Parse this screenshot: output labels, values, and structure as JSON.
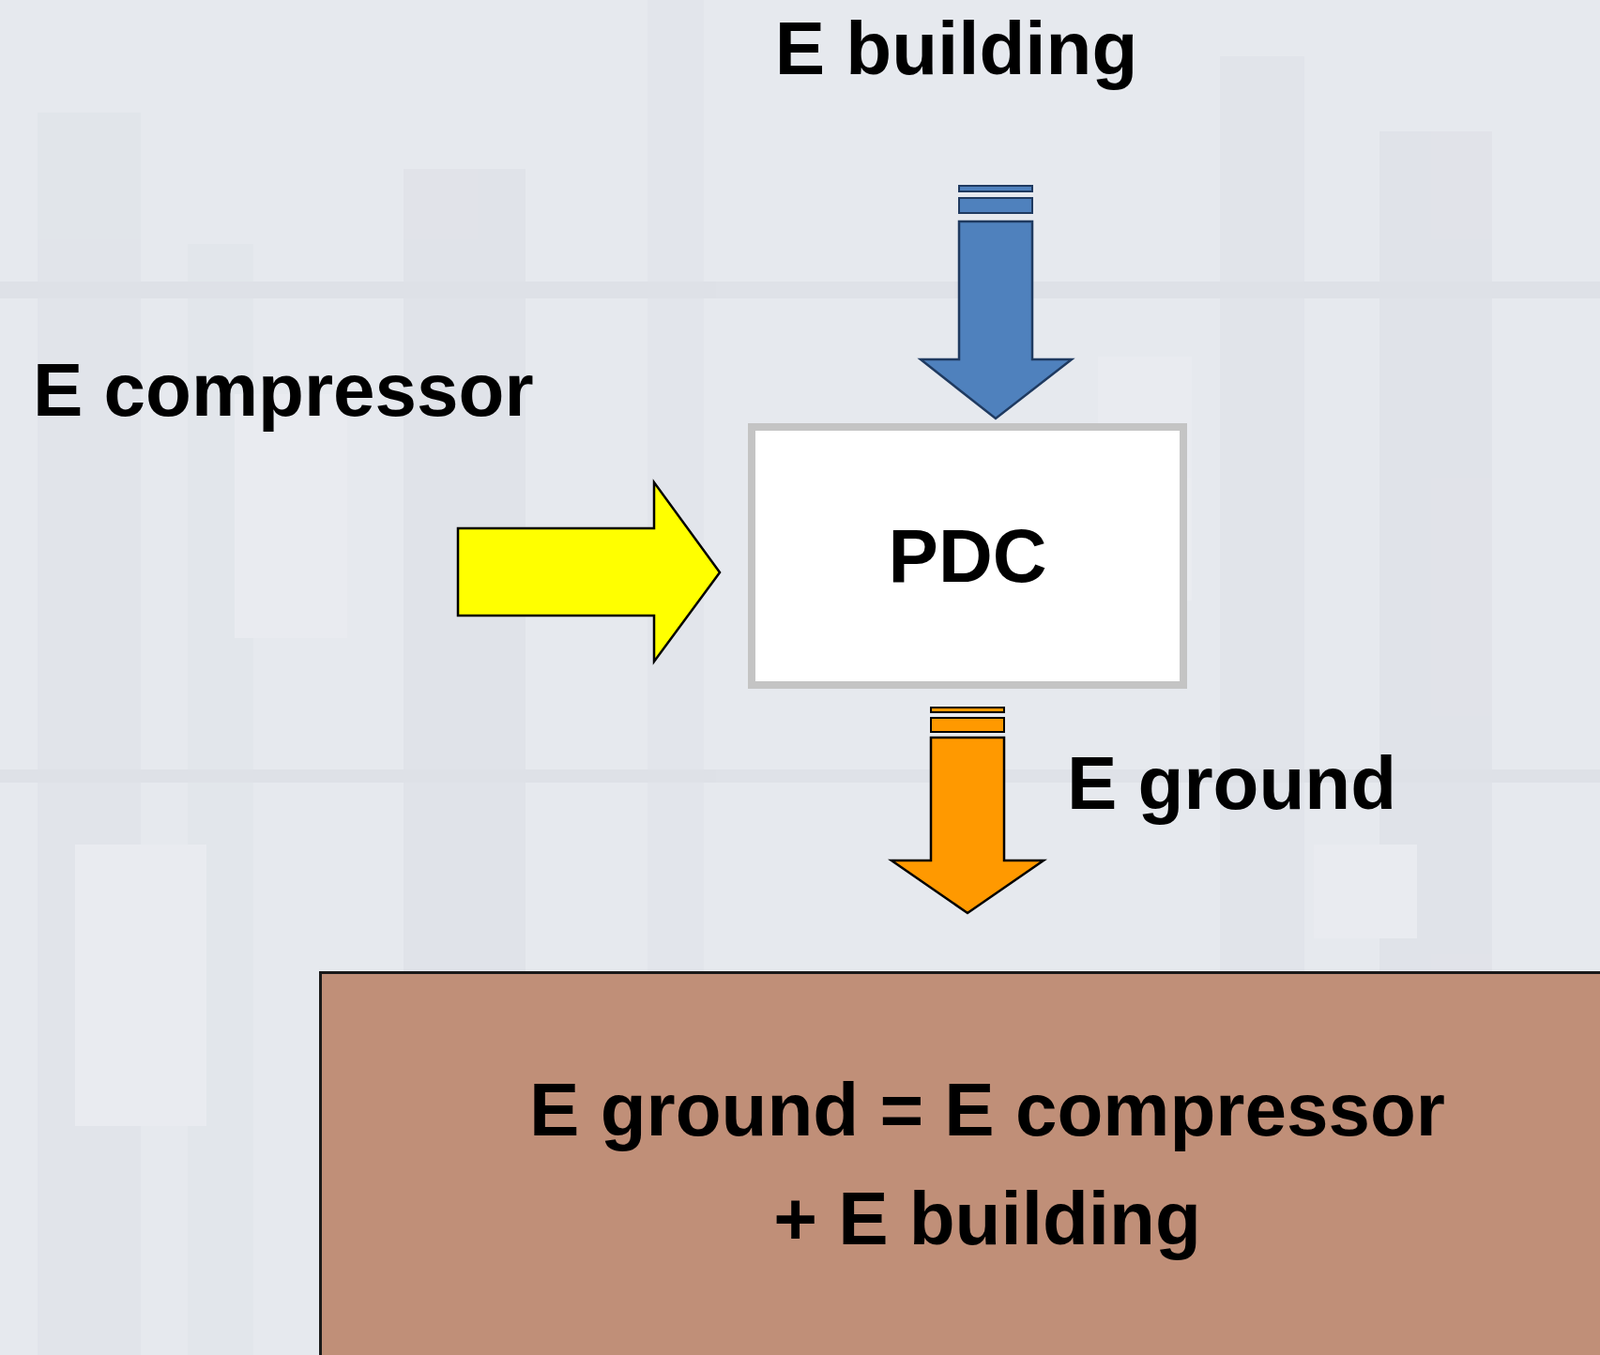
{
  "diagram": {
    "nodes": [
      {
        "text": [
          "PDC"
        ]
      },
      {
        "text": [
          "E ground = E compressor + E building"
        ]
      }
    ],
    "edges": [
      {
        "from": 0,
        "to": 1,
        "arrow": "to",
        "label": "E ground"
      }
    ],
    "labels": [
      "E building",
      "E compressor"
    ]
  }
}
